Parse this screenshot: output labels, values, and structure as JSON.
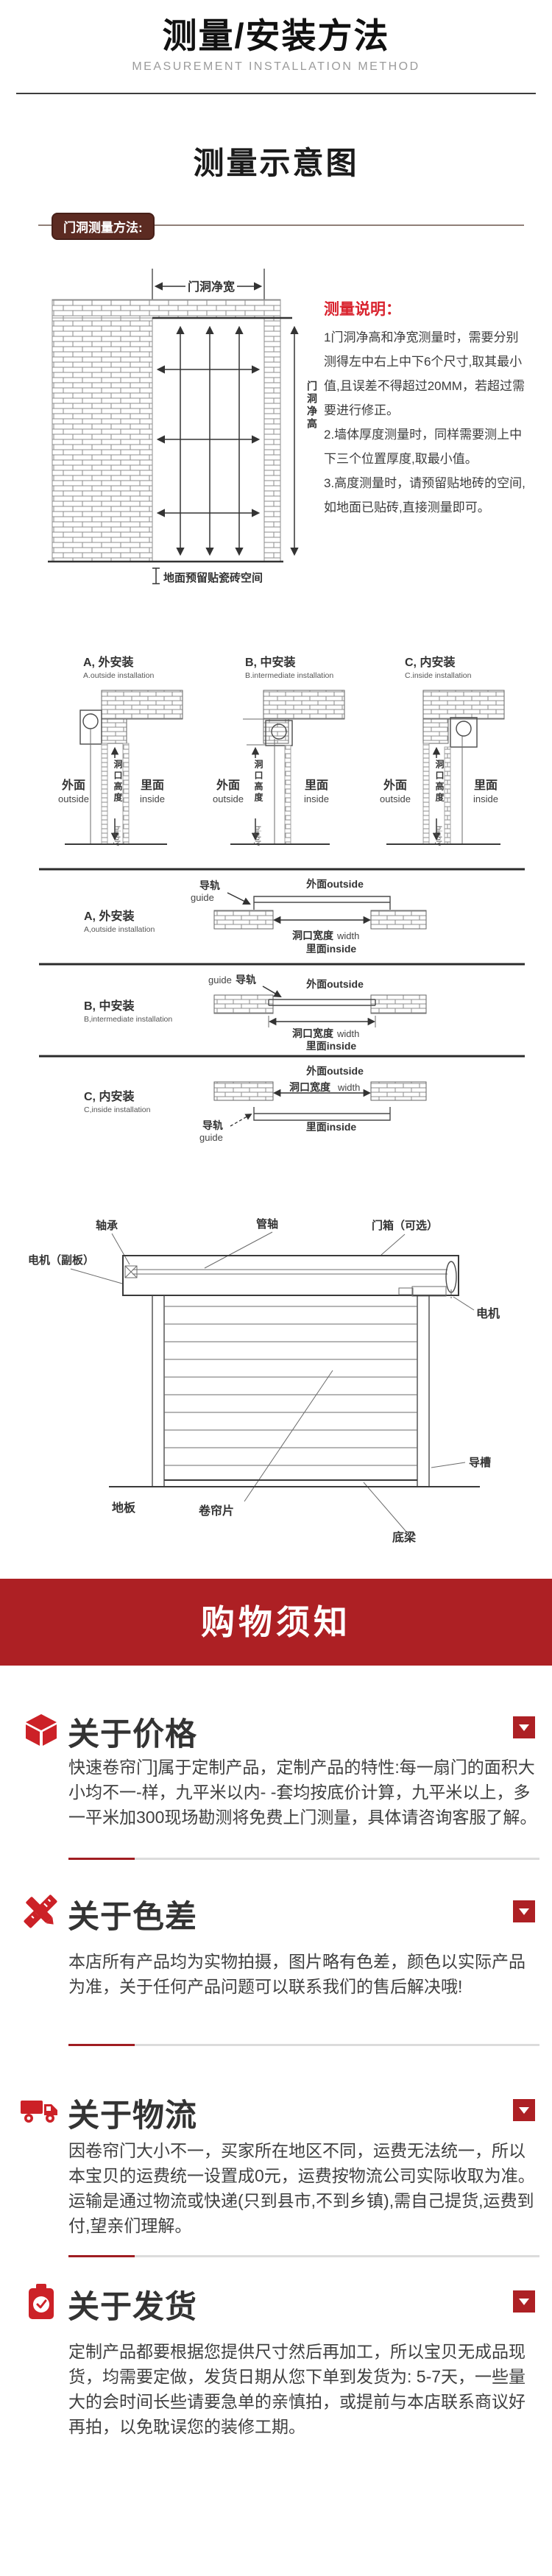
{
  "header": {
    "title": "测量/安装方法",
    "subtitle": "MEASUREMENT INSTALLATION METHOD"
  },
  "schematic": {
    "title": "测量示意图",
    "badge": "门洞测量方法:",
    "labels": {
      "width_top": "门洞净宽",
      "height_right": "门洞净高",
      "floor_note": "地面预留贴瓷砖空间"
    },
    "instructions": {
      "title": "测量说明：",
      "lines": [
        "1门洞净高和净宽测量时，需要分别",
        "测得左中右上中下6个尺寸,取其最小",
        "值,且误差不得超过20MM，若超过需",
        "要进行修正。",
        "2.墙体厚度测量时，同样需要测上中",
        "下三个位置厚度,取最小值。",
        "3.高度测量时，请预留贴地砖的空间,",
        "如地面已贴砖,直接测量即可。"
      ]
    }
  },
  "cross": {
    "a_cn": "A, 外安装",
    "a_en": "A.outside installation",
    "b_cn": "B, 中安装",
    "b_en": "B.intermediate installation",
    "c_cn": "C, 内安装",
    "c_en": "C.inside installation",
    "outside_cn": "外面",
    "outside_en": "outside",
    "inside_cn": "里面",
    "inside_en": "inside",
    "opening_height": "洞口高度",
    "highly": "highly"
  },
  "top": {
    "a_cn": "A, 外安装",
    "a_en": "A,outside installation",
    "b_cn": "B, 中安装",
    "b_en": "B,intermediate installation",
    "c_cn": "C, 内安装",
    "c_en": "C,inside installation",
    "guide_cn": "导轨",
    "guide_en": "guide",
    "outside": "外面outside",
    "inside": "里面inside",
    "width_cn": "洞口宽度",
    "width_en": "width"
  },
  "asm": {
    "bearing": "轴承",
    "tube_shaft": "管轴",
    "door_box": "门箱（可选）",
    "motor_side": "电机（副板）",
    "motor": "电机",
    "guide_groove": "导槽",
    "floor": "地板",
    "slats": "卷帘片",
    "bottom_beam": "底梁"
  },
  "banner": {
    "title": "购物须知"
  },
  "notices": [
    {
      "title": "关于价格",
      "body": "快速卷帘门]属于定制产品，定制产品的特性:每一扇门的面积大小均不一-样，九平米以内- -套均按底价计算，九平米以上，多一平米加300现场勘测将免费上门测量，具体请咨询客服了解。"
    },
    {
      "title": "关于色差",
      "body": "本店所有产品均为实物拍摄，图片略有色差，颜色以实际产品为准，关于任何产品问题可以联系我们的售后解决哦!"
    },
    {
      "title": "关于物流",
      "body": "因卷帘门大小不一，买家所在地区不同，运费无法统一，所以本宝贝的运费统一设置成0元，运费按物流公司实际收取为准。运输是通过物流或快递(只到县市,不到乡镇),需自己提货,运费到付,望亲们理解。"
    },
    {
      "title": "关于发货",
      "body": "定制产品都要根据您提供尺寸然后再加工，所以宝贝无成品现货，均需要定做，发货日期从您下单到发货为: 5-7天，一些量大的会时间长些请要急单的亲慎拍，或提前与本店联系商议好再拍，以免耽误您的装修工期。"
    }
  ],
  "colors": {
    "accent": "#ad2024",
    "icon_red": "#cc2127",
    "badge_bg": "#5c2b22"
  }
}
